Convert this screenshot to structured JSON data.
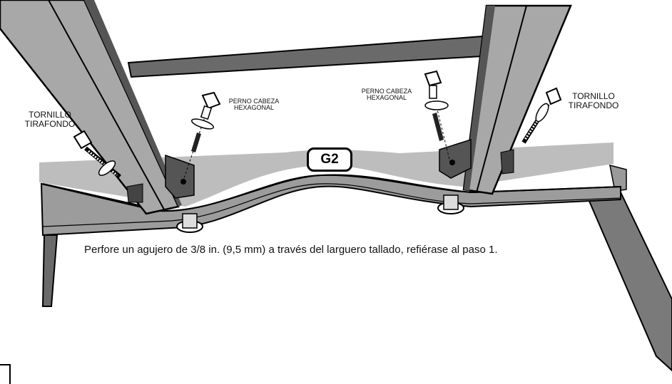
{
  "callouts": {
    "lag_screw_left": {
      "line1": "TORNILLO",
      "line2": "TIRAFONDO"
    },
    "hex_bolt_left": {
      "line1": "PERNO CABEZA",
      "line2": "HEXAGONAL"
    },
    "hex_bolt_right": {
      "line1": "PERNO CABEZA",
      "line2": "HEXAGONAL"
    },
    "lag_screw_right": {
      "line1": "TORNILLO",
      "line2": "TIRAFONDO"
    }
  },
  "part_label": "G2",
  "instruction": "Perfore un agujero de 3/8 in. (9,5 mm) a través del larguero tallado, refiérase al paso 1.",
  "colors": {
    "wood_light": "#b9b9b9",
    "wood_mid": "#9a9a9a",
    "wood_dark": "#5c5c5c",
    "outline": "#000000",
    "bracket": "#555555"
  }
}
